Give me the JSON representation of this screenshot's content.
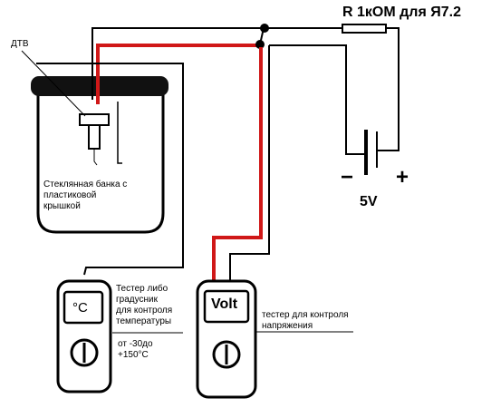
{
  "labels": {
    "sensor": "ДТВ",
    "jar": "Стеклянная банка с\nпластиковой\nкрышкой",
    "resistor": "R 1кОМ  для Я7.2",
    "voltage": "5V",
    "minus": "−",
    "plus": "+",
    "tester_temp": "Тестер либо\nградусник\nдля контроля\nтемпературы",
    "temp_range": "от -30до\n+150°С",
    "tester_volt": "тестер для контроля\nнапряжения",
    "display_temp": "°С",
    "display_volt": "Volt"
  },
  "colors": {
    "wire": "#000000",
    "signal_wire": "#d01818",
    "lid": "#111111"
  }
}
